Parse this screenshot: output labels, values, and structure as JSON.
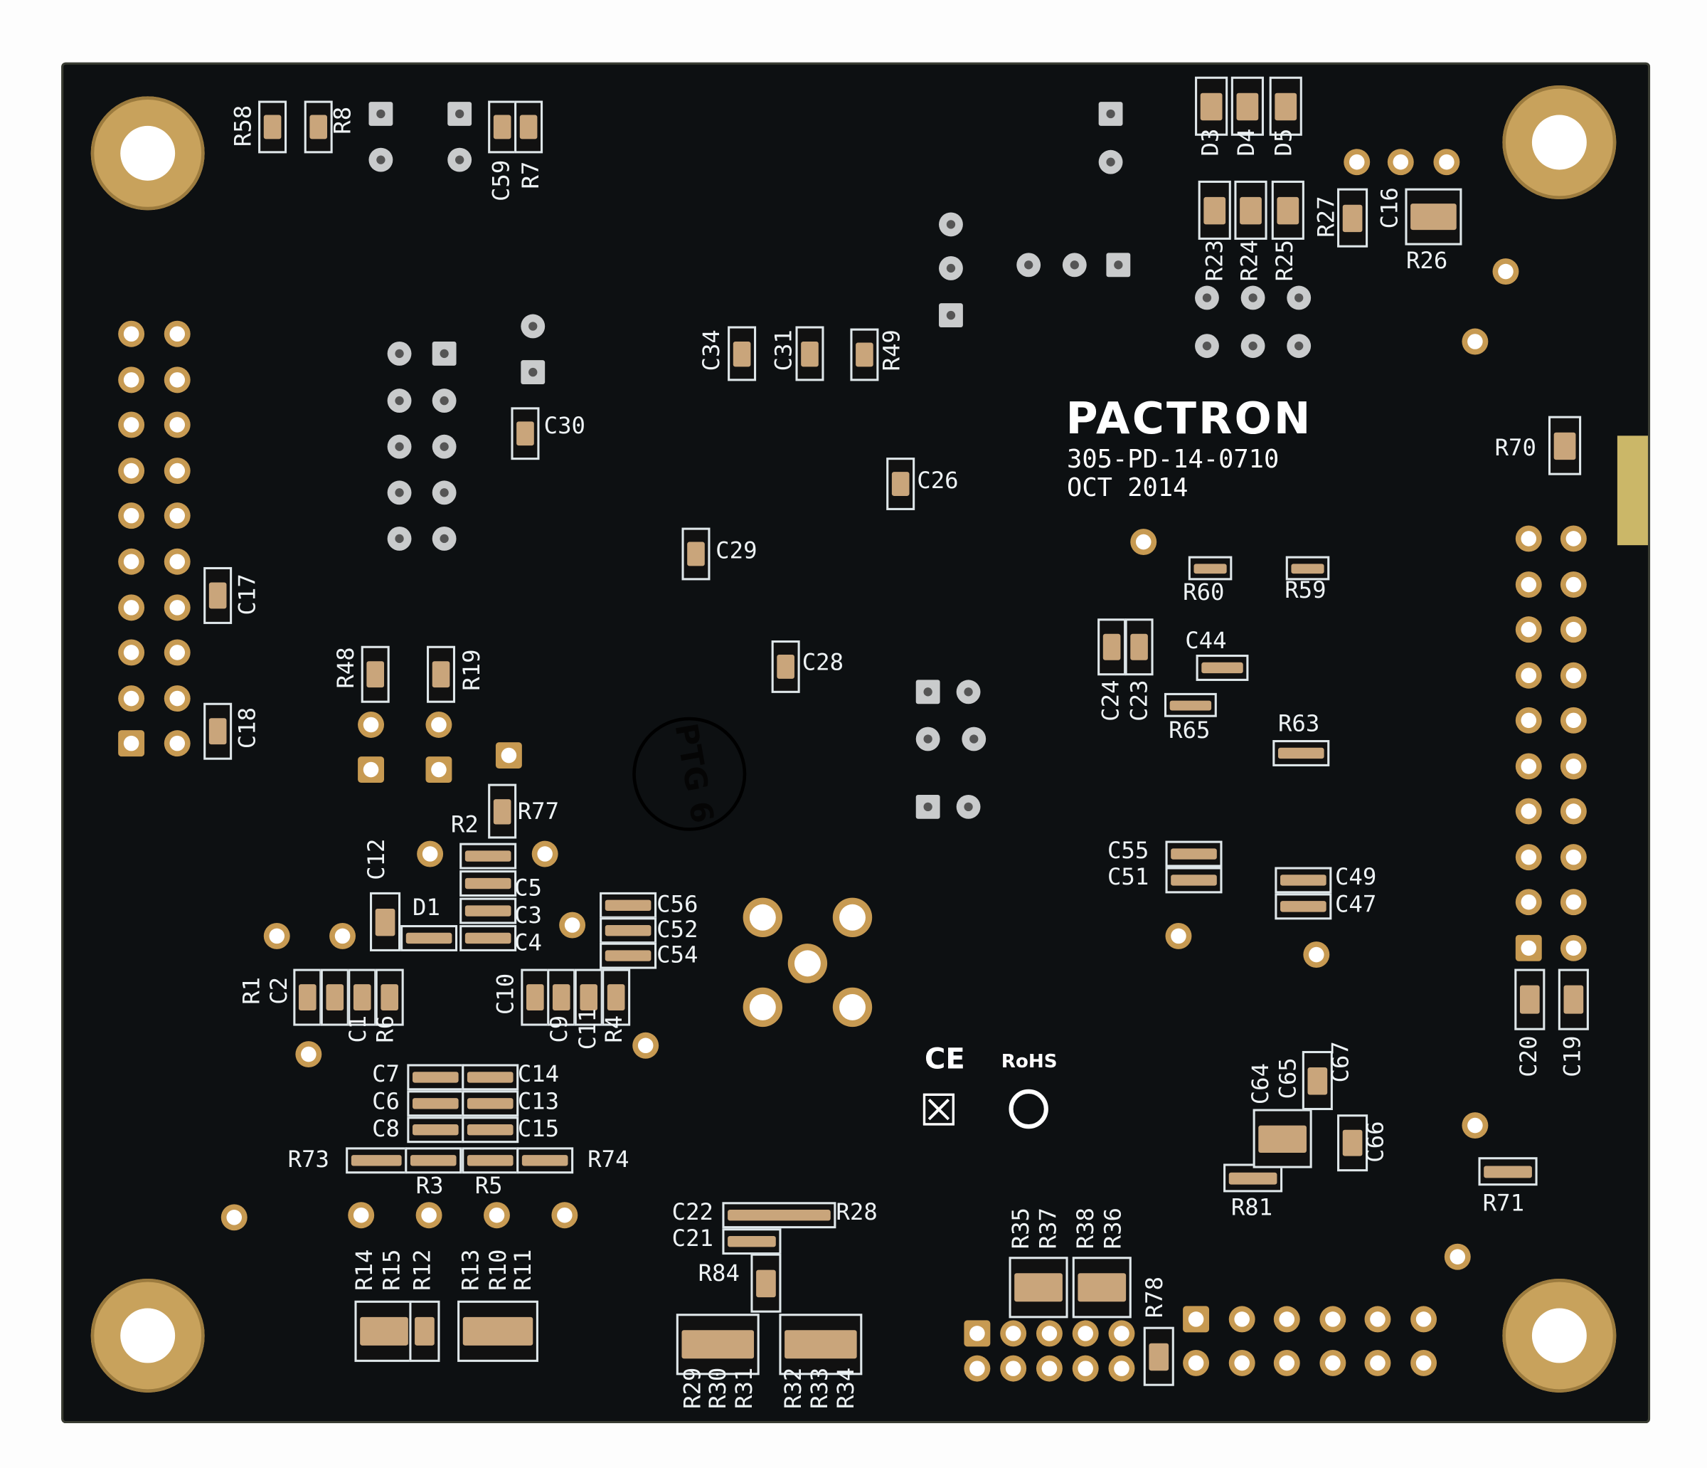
{
  "board": {
    "logo": "PACTRON",
    "part_number": "305-PD-14-0710",
    "date": "OCT 2014",
    "stamp": "PTG 6",
    "marks": {
      "ce": "CE",
      "rohs": "RoHS",
      "weee": "weee-bin-icon"
    },
    "colors": {
      "solder_mask": "#0d1012",
      "silkscreen": "#eef3f5",
      "gold": "#c79a52"
    }
  },
  "labels": [
    "C30",
    "C26",
    "C29",
    "C28",
    "C44",
    "R60",
    "R59",
    "R65",
    "R63",
    "R70",
    "R26",
    "R77",
    "R2",
    "D1",
    "C5",
    "C3",
    "C4",
    "C56",
    "C52",
    "C54",
    "C7",
    "C6",
    "C8",
    "C14",
    "C13",
    "C15",
    "R73",
    "R74",
    "R3",
    "R5",
    "C55",
    "C51",
    "C49",
    "C47",
    "R81",
    "R71",
    "C22",
    "C21",
    "R84",
    "R28",
    "R58",
    "R8",
    "C59",
    "R7",
    "D3",
    "D4",
    "D5",
    "R23",
    "R24",
    "R25",
    "R27",
    "C16",
    "C34",
    "C31",
    "R49",
    "C17",
    "C18",
    "R48",
    "R19",
    "C12",
    "R1",
    "C2",
    "C1",
    "R6",
    "C10",
    "C9",
    "C11",
    "R4",
    "C24",
    "C23",
    "C20",
    "C19",
    "C64",
    "C65",
    "C67",
    "C66",
    "R35",
    "R37",
    "R38",
    "R36",
    "R78",
    "R14",
    "R15",
    "R12",
    "R13",
    "R10",
    "R11",
    "R29",
    "R30",
    "R31",
    "R32",
    "R33",
    "R34"
  ]
}
